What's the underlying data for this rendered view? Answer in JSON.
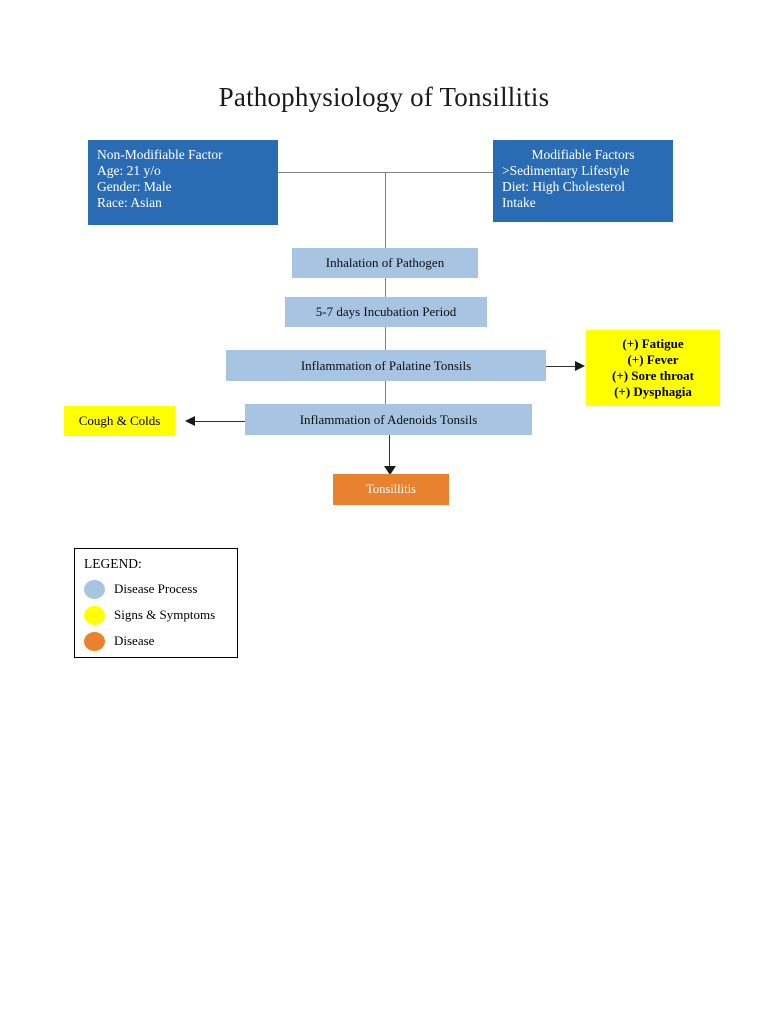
{
  "title": "Pathophysiology of Tonsillitis",
  "nodes": {
    "non_modifiable": {
      "lines": [
        "Non-Modifiable Factor",
        "Age: 21 y/o",
        "Gender: Male",
        "Race: Asian"
      ],
      "color": "#2A6CB4",
      "text_color": "#FFFFFF"
    },
    "modifiable": {
      "lines": [
        "Modifiable Factors",
        ">Sedimentary Lifestyle",
        "Diet: High Cholesterol",
        "Intake"
      ],
      "color": "#2A6CB4",
      "text_color": "#FFFFFF"
    },
    "inhalation": {
      "label": "Inhalation of Pathogen",
      "color": "#A7C5E3"
    },
    "incubation": {
      "label": "5-7 days Incubation Period",
      "color": "#A7C5E3"
    },
    "palatine": {
      "label": "Inflammation of Palatine Tonsils",
      "color": "#A7C5E3"
    },
    "adenoids": {
      "label": "Inflammation of Adenoids Tonsils",
      "color": "#A7C5E3"
    },
    "symptoms": {
      "lines": [
        "(+) Fatigue",
        "(+) Fever",
        "(+) Sore throat",
        "(+) Dysphagia"
      ],
      "color": "#FFFF00"
    },
    "cough_colds": {
      "label": "Cough & Colds",
      "color": "#FFFF00"
    },
    "tonsillitis": {
      "label": "Tonsillitis",
      "color": "#E8822E",
      "text_color": "#FFFFFF"
    }
  },
  "legend": {
    "title": "LEGEND:",
    "items": [
      {
        "label": "Disease Process",
        "color": "#A7C5E3"
      },
      {
        "label": "Signs & Symptoms",
        "color": "#FFFF00"
      },
      {
        "label": "Disease",
        "color": "#E8822E"
      }
    ]
  }
}
